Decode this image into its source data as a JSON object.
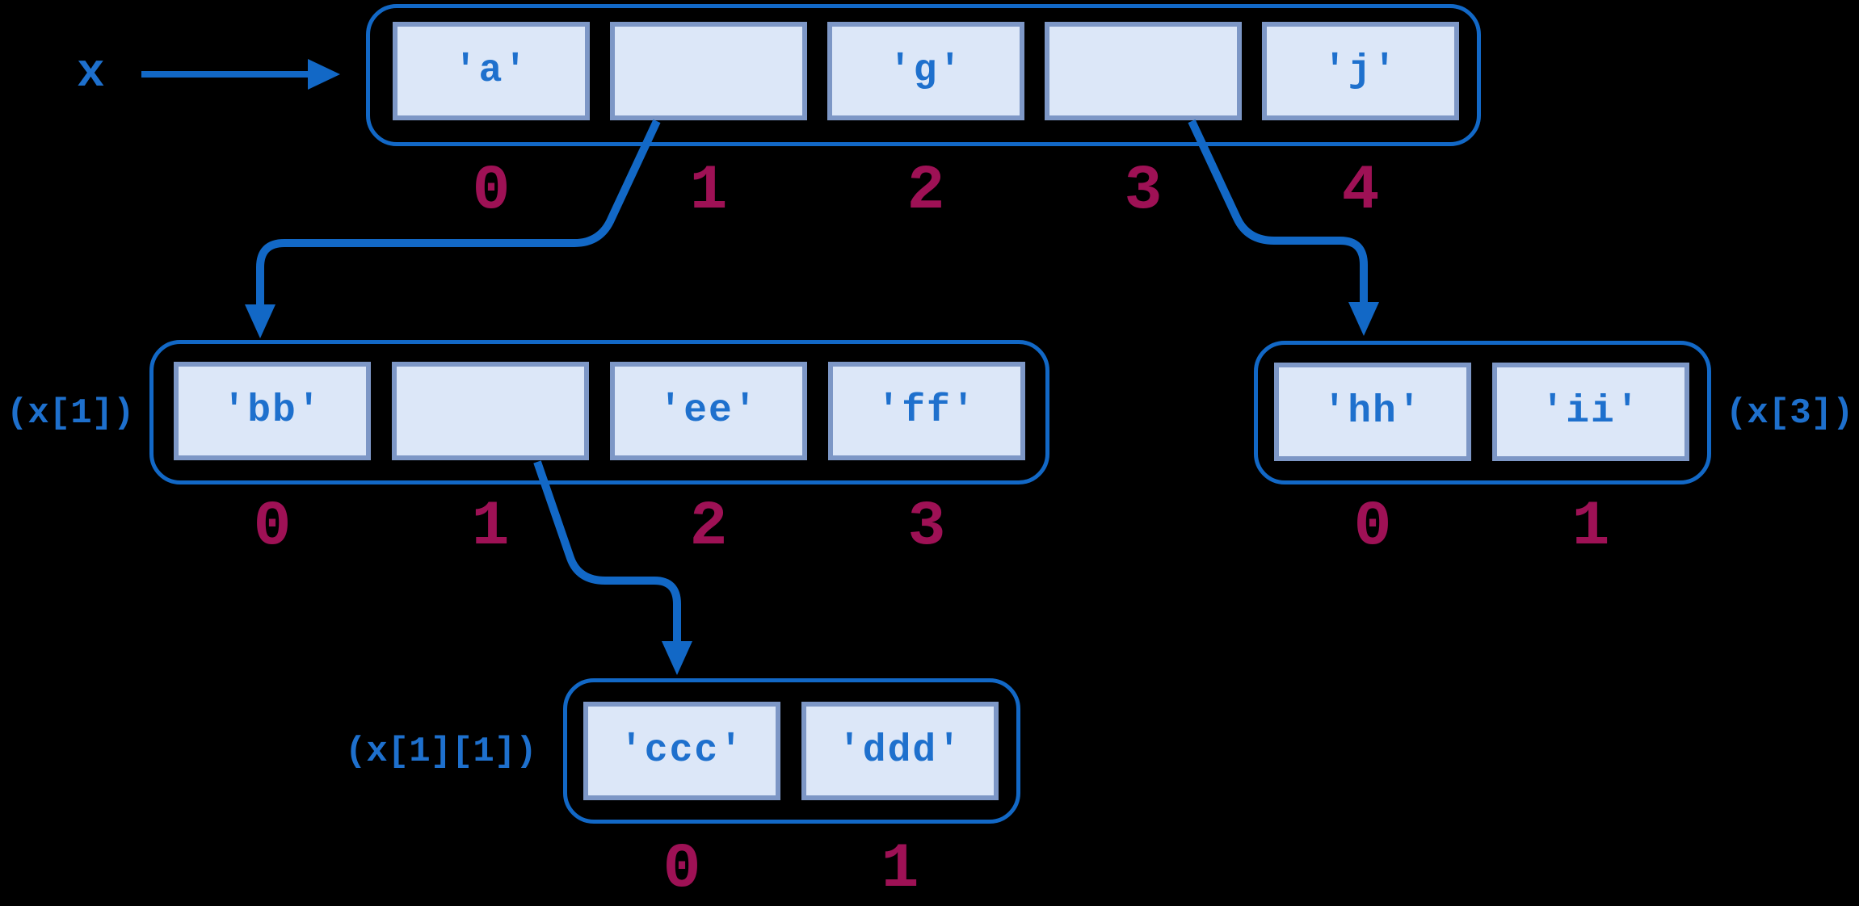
{
  "colors": {
    "background": "#000000",
    "accent_blue": "#1268c6",
    "text_blue": "#1e70cd",
    "cell_fill": "#dce7f8",
    "cell_border": "#7d97c6",
    "index_color": "#9e1155"
  },
  "variable": {
    "name": "x"
  },
  "lists": {
    "x": {
      "cells": [
        "'a'",
        "",
        "'g'",
        "",
        "'j'"
      ],
      "indices": [
        "0",
        "1",
        "2",
        "3",
        "4"
      ]
    },
    "x1": {
      "label": "(x[1])",
      "cells": [
        "'bb'",
        "",
        "'ee'",
        "'ff'"
      ],
      "indices": [
        "0",
        "1",
        "2",
        "3"
      ]
    },
    "x3": {
      "label": "(x[3])",
      "cells": [
        "'hh'",
        "'ii'"
      ],
      "indices": [
        "0",
        "1"
      ]
    },
    "x11": {
      "label": "(x[1][1])",
      "cells": [
        "'ccc'",
        "'ddd'"
      ],
      "indices": [
        "0",
        "1"
      ]
    }
  }
}
